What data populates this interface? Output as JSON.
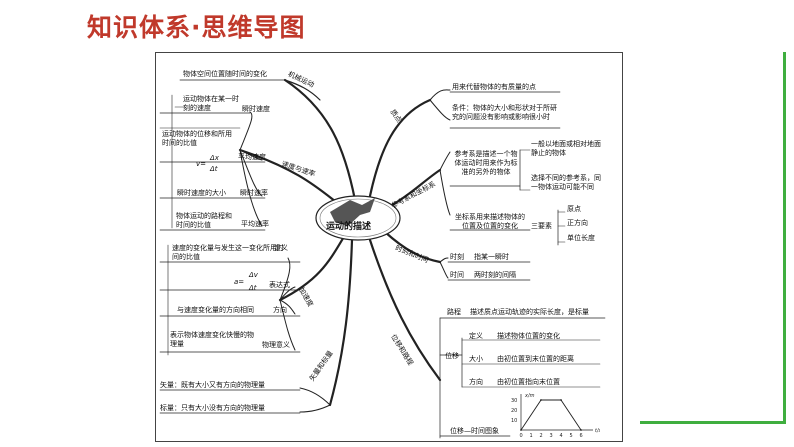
{
  "title": "知识体系·思维导图",
  "center": "运动的描述",
  "branches": {
    "jixie": "机械运动",
    "jixie_desc": "物体空间位置随时间的变化",
    "sudu": "速度与速率",
    "shunshi_desc": "运动物体在某一时刻的速度",
    "shunshi": "瞬时速度",
    "pingjun_desc": "运动物体的位移和所用时间的比值",
    "pingjun_formula_left": "v=",
    "pingjun_formula_num": "Δx",
    "pingjun_formula_den": "Δt",
    "pingjun": "平均速度",
    "shunshi_sulv_desc": "瞬时速度的大小",
    "shunshi_sulv": "瞬时速率",
    "pingjun_sulv_desc": "物体运动的路程和时间的比值",
    "pingjun_sulv": "平均速率",
    "jiasudu": "加速度",
    "dingyi_desc": "速度的变化量与发生这一变化所用时间的比值",
    "dingyi": "定义",
    "biaodashi_left": "a=",
    "biaodashi_num": "Δv",
    "biaodashi_den": "Δt",
    "biaodashi": "表达式",
    "fangxiang_desc": "与速度变化量的方向相同",
    "fangxiang": "方向",
    "wuli_desc": "表示物体速度变化快慢的物理量",
    "wuli": "物理意义",
    "shiliang_biaoliang": "矢量和标量",
    "shiliang": "矢量：既有大小又有方向的物理量",
    "biaoliang": "标量：只有大小没有方向的物理量",
    "zhidian": "质点",
    "zhidian_def": "用来代替物体的有质量的点",
    "zhidian_cond": "条件：物体的大小和形状对于所研究的问题没有影响或影响很小时",
    "cankao": "参考系和坐标系",
    "cankaoxi_desc": "参考系是描述一个物体运动时用来作为标准的另外的物体",
    "cankao_1": "一般以地面或相对地面静止的物体",
    "cankao_2": "选择不同的参考系，同一物体运动可能不同",
    "zuobiao_desc": "坐标系用来描述物体的位置及位置的变化",
    "sanyaosu": "三要素",
    "yuandian": "原点",
    "zhengfangxiang": "正方向",
    "danwei": "单位长度",
    "shijian": "时刻和时间",
    "shike_label": "时刻",
    "shike": "指某一瞬时",
    "shijian_label": "时间",
    "shijian_desc": "两时刻的间隔",
    "weiyi_lucheng": "位移和路程",
    "lucheng_label": "路程",
    "lucheng": "描述质点运动轨迹的实际长度，是标量",
    "weiyi_label": "位移",
    "weiyi_dingyi_label": "定义",
    "weiyi_dingyi": "描述物体位置的变化",
    "daxiao_label": "大小",
    "daxiao": "由初位置到末位置的距离",
    "fangxiang2_label": "方向",
    "fangxiang2": "由初位置指向末位置",
    "tuxiang": "位移—时间图象"
  },
  "graph": {
    "ylabel": "x/m",
    "xlabel": "t/s",
    "yticks": [
      "30",
      "20",
      "10"
    ],
    "xticks": [
      "0",
      "1",
      "2",
      "3",
      "4",
      "5",
      "6"
    ],
    "chart_data": {
      "type": "line",
      "x": [
        0,
        2,
        4,
        6
      ],
      "y": [
        0,
        30,
        30,
        0
      ],
      "xlabel": "t/s",
      "ylabel": "x/m"
    }
  },
  "colors": {
    "title": "#c0392b",
    "bar": "#3fae3f",
    "line": "#222222"
  }
}
